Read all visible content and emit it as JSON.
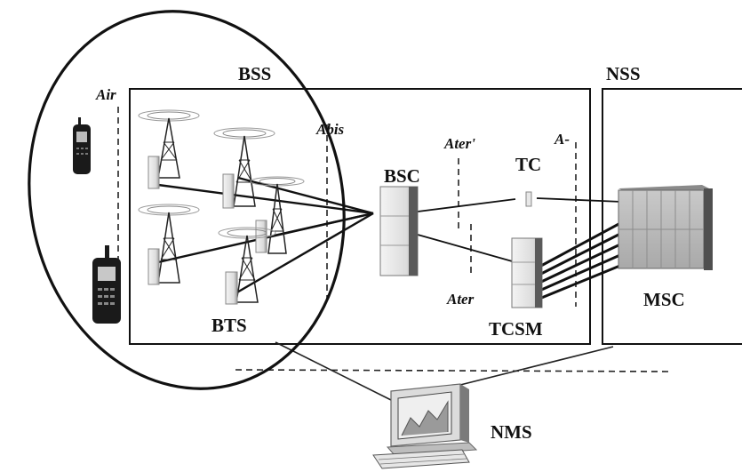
{
  "labels": {
    "air": "Air",
    "bss": "BSS",
    "abis": "Abis",
    "ater_prime": "Ater'",
    "a_if": "A-",
    "bsc": "BSC",
    "tc": "TC",
    "ater": "Ater",
    "tcsm": "TCSM",
    "bts": "BTS",
    "nss": "NSS",
    "msc": "MSC",
    "nms": "NMS"
  }
}
